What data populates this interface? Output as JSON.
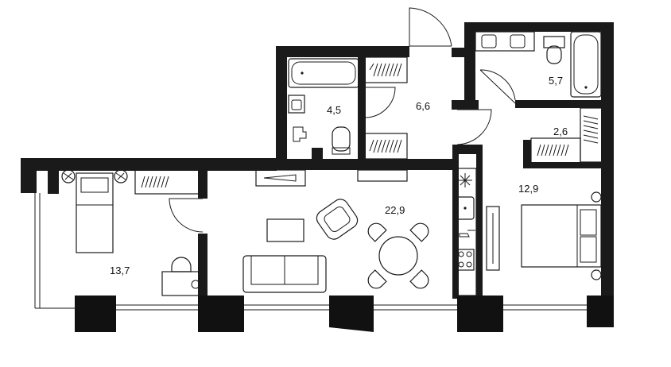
{
  "plan": {
    "rooms": [
      {
        "id": "bathroom",
        "area": "4,5"
      },
      {
        "id": "hall",
        "area": "6,6"
      },
      {
        "id": "wc",
        "area": "5,7"
      },
      {
        "id": "closet",
        "area": "2,6"
      },
      {
        "id": "bedroom-left",
        "area": "13,7"
      },
      {
        "id": "living",
        "area": "22,9"
      },
      {
        "id": "bedroom-right",
        "area": "12,9"
      }
    ]
  }
}
